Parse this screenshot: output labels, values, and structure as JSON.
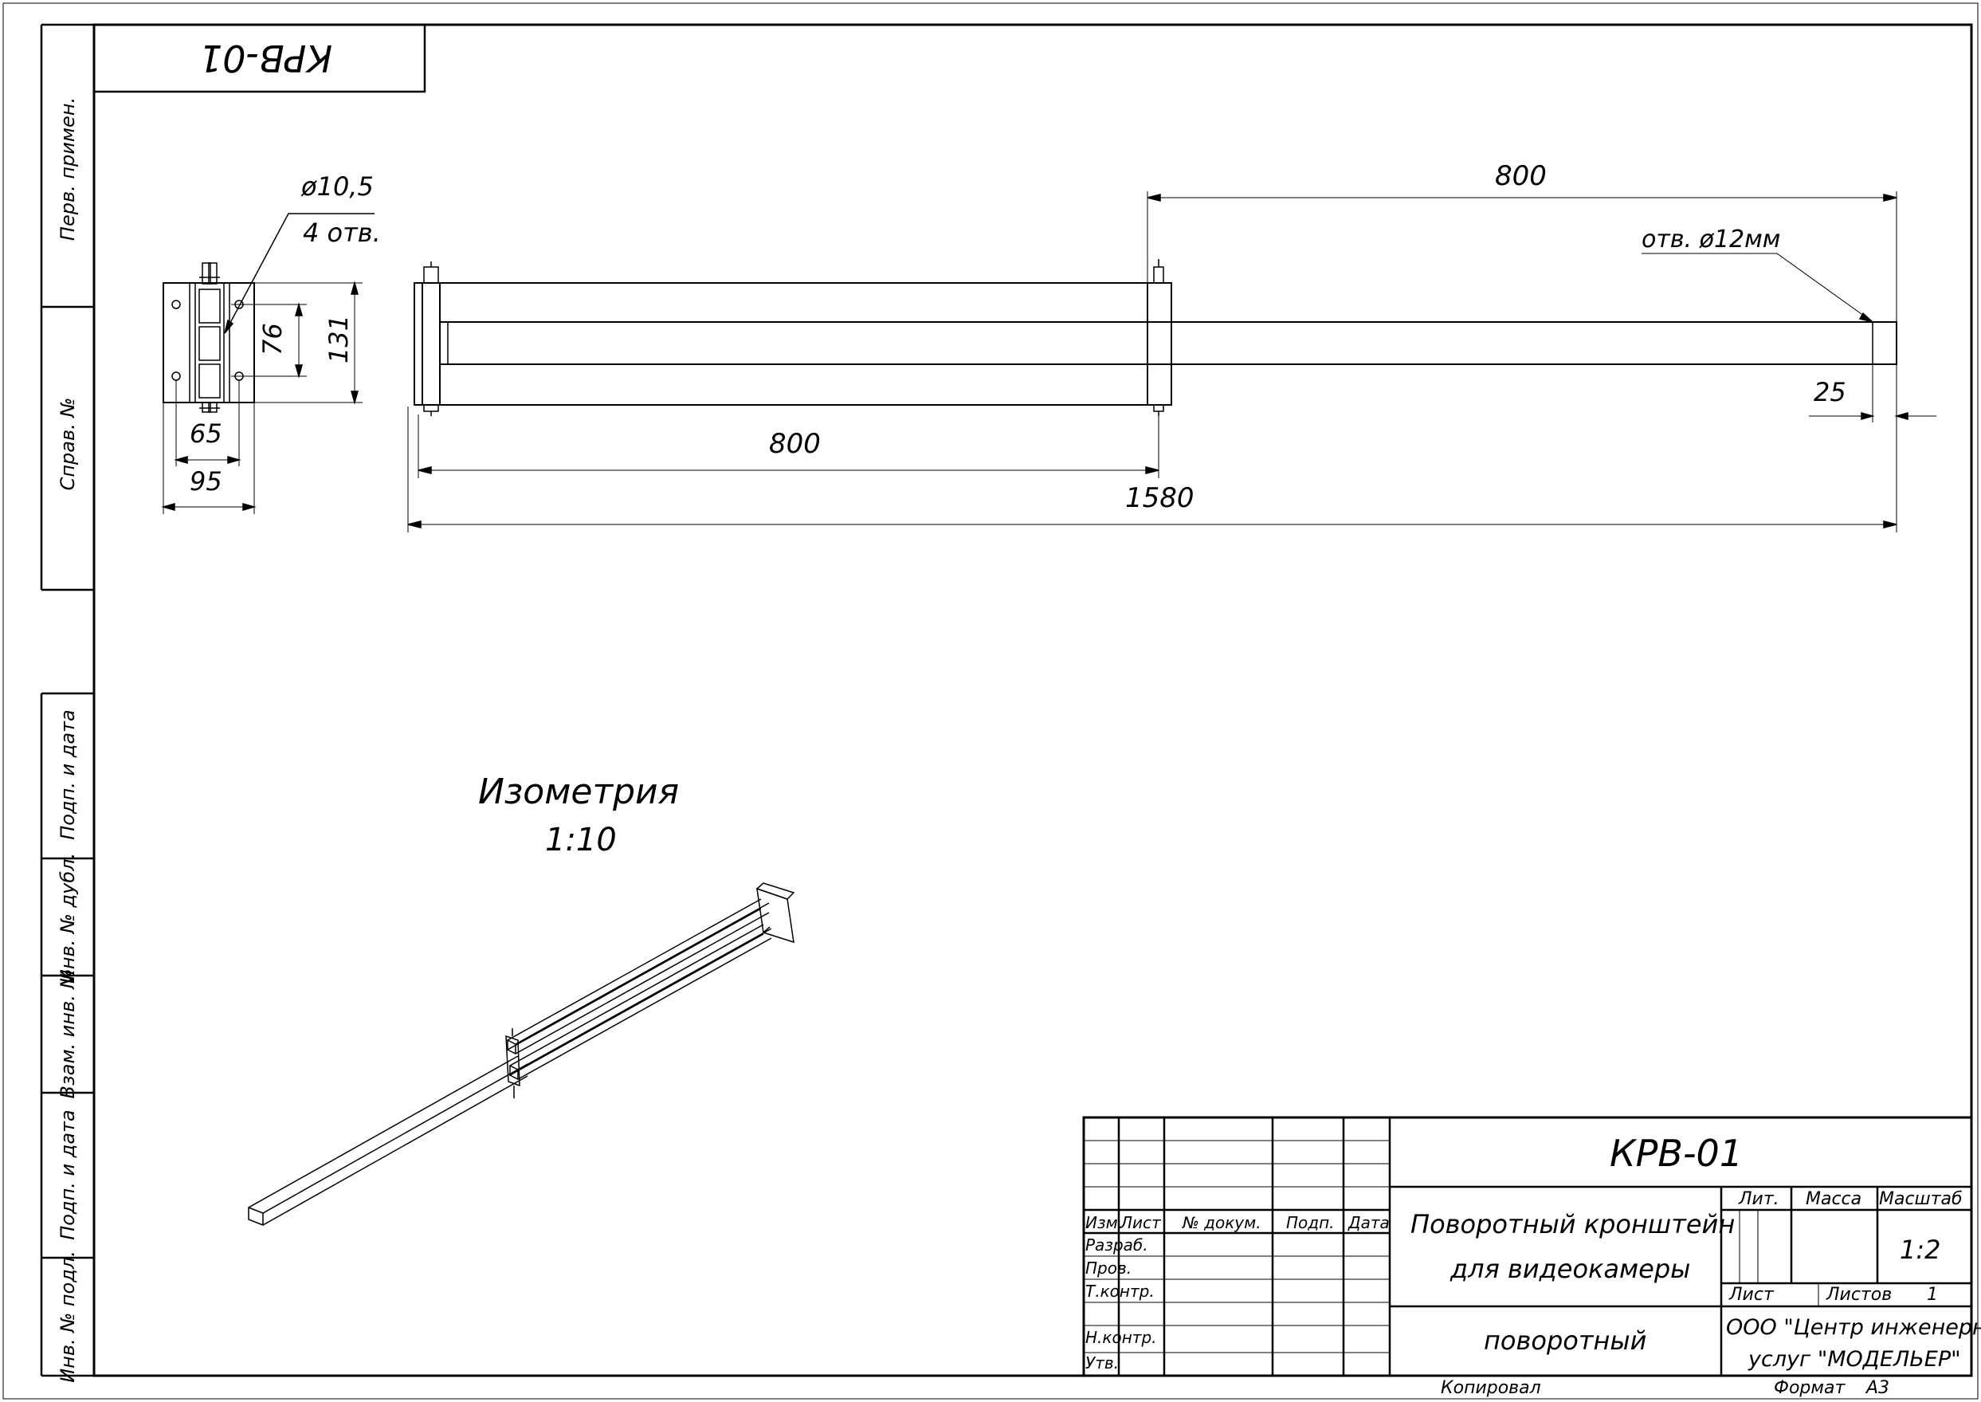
{
  "stamp_top": {
    "code": "КРВ-01"
  },
  "side_strip": {
    "perv_primen": "Перв. примен.",
    "sprav_no": "Справ. №",
    "podp_data_1": "Подп. и дата",
    "inv_dubl": "Инв. № дубл.",
    "vzam_inv": "Взам. инв. №",
    "podp_data_2": "Подп. и дата",
    "inv_podl": "Инв. № подл."
  },
  "front_view": {
    "hole_diam": "ø10,5",
    "hole_count": "4 отв.",
    "dim_76": "76",
    "dim_131": "131",
    "dim_65": "65",
    "dim_95": "95"
  },
  "side_view": {
    "dim_800_top": "800",
    "hole_note": "отв. ø12мм",
    "dim_25": "25",
    "dim_800_bottom": "800",
    "dim_1580": "1580"
  },
  "isometry": {
    "title": "Изометрия",
    "scale": "1:10"
  },
  "title_block": {
    "doc_code": "КРВ-01",
    "name_line1": "Поворотный кронштейн",
    "name_line2": "для видеокамеры",
    "material": "поворотный",
    "head_izm": "Изм.",
    "head_list": "Лист",
    "head_no_dokum": "№ докум.",
    "head_podp": "Подп.",
    "head_data": "Дата",
    "row_razrab": "Разраб.",
    "row_prov": "Пров.",
    "row_tkontr": "Т.контр.",
    "row_nkontr": "Н.контр.",
    "row_utv": "Утв.",
    "lit": "Лит.",
    "massa": "Масса",
    "masshtab": "Масштаб",
    "scale_value": "1:2",
    "list_label": "Лист",
    "listov_label": "Листов",
    "listov_value": "1",
    "org_line1": "ООО \"Центр инженерных",
    "org_line2": "услуг \"МОДЕЛЬЕР\"",
    "kopiroval": "Копировал",
    "format_label": "Формат",
    "format_value": "А3"
  }
}
